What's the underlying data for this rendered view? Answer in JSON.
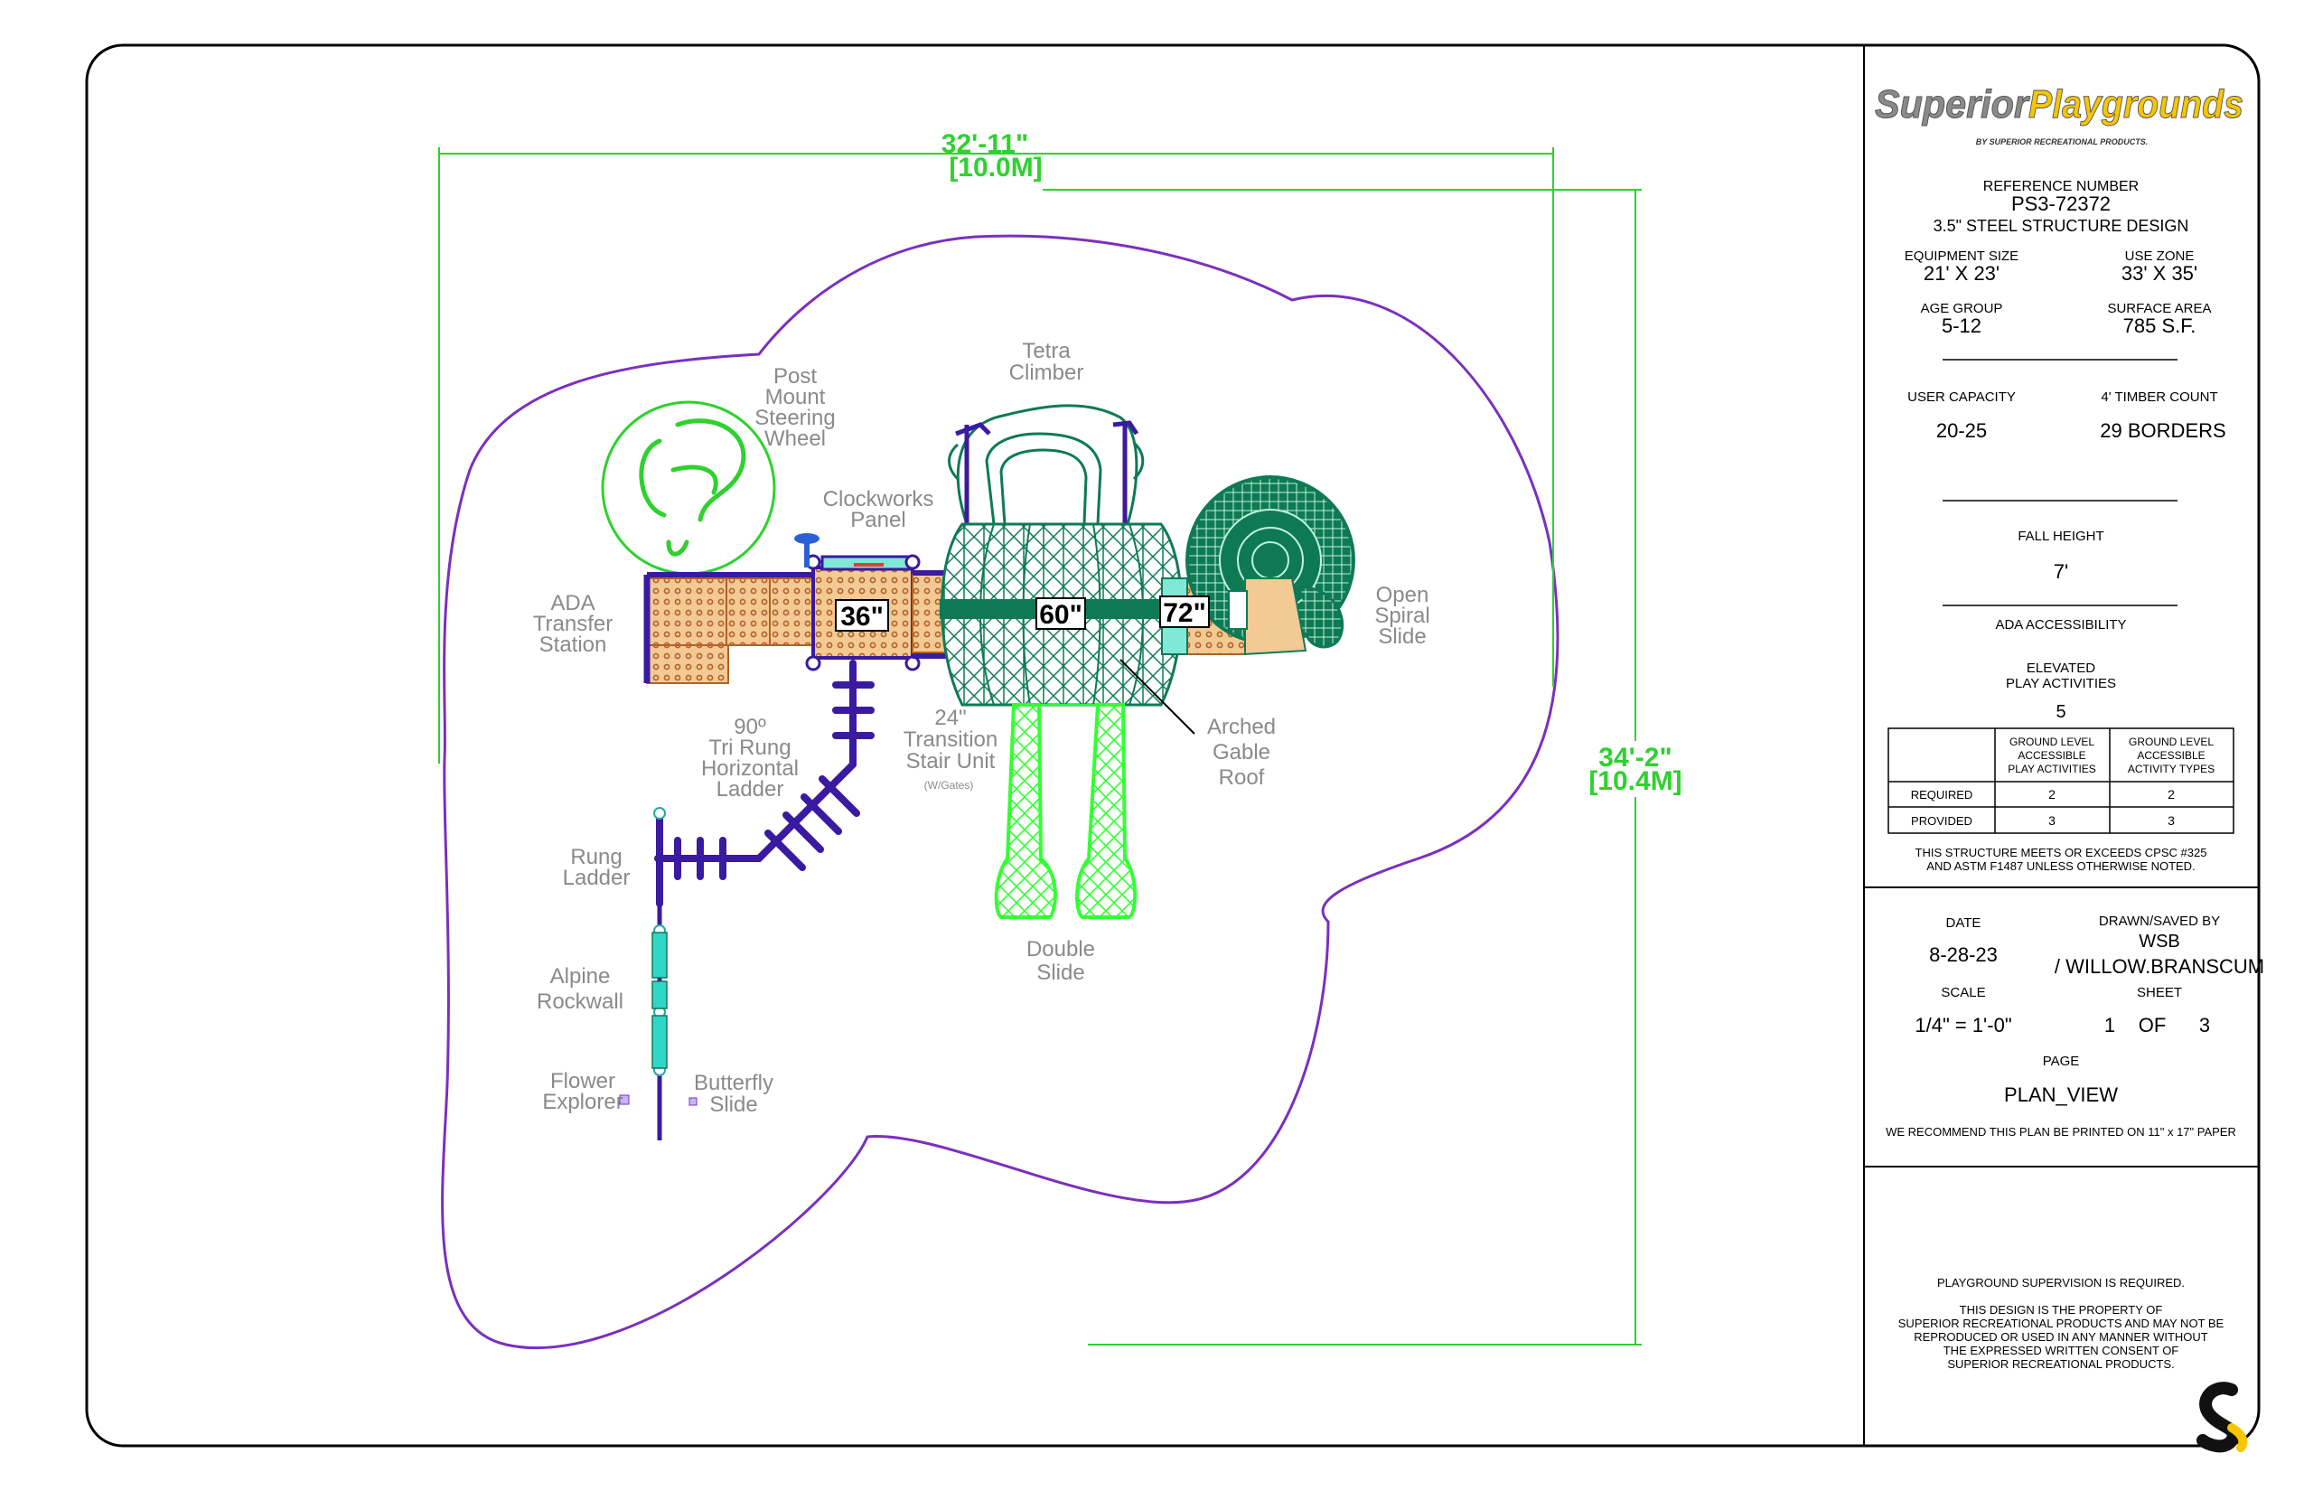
{
  "dimensions": {
    "width_ft": "32'-11\"",
    "width_m": "[10.0M]",
    "depth_ft": "34'-2\"",
    "depth_m": "[10.4M]"
  },
  "components": {
    "tetra_climber": [
      "Tetra",
      "Climber"
    ],
    "post_mount_steering_wheel": [
      "Post",
      "Mount",
      "Steering",
      "Wheel"
    ],
    "clockworks_panel": [
      "Clockworks",
      "Panel"
    ],
    "ada_transfer_station": [
      "ADA",
      "Transfer",
      "Station"
    ],
    "open_spiral_slide": [
      "Open",
      "Spiral",
      "Slide"
    ],
    "tri_rung_ladder": [
      "90º",
      "Tri Rung",
      "Horizontal",
      "Ladder"
    ],
    "transition_stair": [
      "24\"",
      "Transition",
      "Stair Unit"
    ],
    "transition_stair_note": "(W/Gates)",
    "arched_gable_roof": [
      "Arched",
      "Gable",
      "Roof"
    ],
    "rung_ladder": [
      "Rung",
      "Ladder"
    ],
    "alpine_rockwall": [
      "Alpine",
      "Rockwall"
    ],
    "double_slide": [
      "Double",
      "Slide"
    ],
    "flower_explorer": [
      "Flower",
      "Explorer"
    ],
    "butterfly_slide": [
      "Butterfly",
      "Slide"
    ]
  },
  "deck_heights": [
    "36\"",
    "60\"",
    "72\""
  ],
  "title_block": {
    "brand_a": "Superior",
    "brand_b": "Playgrounds",
    "brand_tagline": "BY SUPERIOR RECREATIONAL PRODUCTS.",
    "reference_number_label": "REFERENCE NUMBER",
    "reference_number": "PS3-72372",
    "structure_design": "3.5\" STEEL STRUCTURE DESIGN",
    "equipment_size_label": "EQUIPMENT SIZE",
    "equipment_size": "21' X 23'",
    "use_zone_label": "USE ZONE",
    "use_zone": "33' X 35'",
    "age_group_label": "AGE GROUP",
    "age_group": "5-12",
    "surface_area_label": "SURFACE AREA",
    "surface_area": "785 S.F.",
    "user_capacity_label": "USER CAPACITY",
    "user_capacity": "20-25",
    "timber_count_label": "4' TIMBER COUNT",
    "timber_count": "29 BORDERS",
    "fall_height_label": "FALL HEIGHT",
    "fall_height": "7'",
    "ada_label": "ADA ACCESSIBILITY",
    "elevated_label": [
      "ELEVATED",
      "PLAY ACTIVITIES"
    ],
    "elevated_value": "5",
    "ada_table": {
      "headers": [
        [
          "GROUND LEVEL",
          "ACCESSIBLE",
          "PLAY ACTIVITIES"
        ],
        [
          "GROUND LEVEL",
          "ACCESSIBLE",
          "ACTIVITY TYPES"
        ]
      ],
      "rows": [
        {
          "label": "REQUIRED",
          "values": [
            "2",
            "2"
          ]
        },
        {
          "label": "PROVIDED",
          "values": [
            "3",
            "3"
          ]
        }
      ]
    },
    "cpsc_note": [
      "THIS STRUCTURE MEETS OR EXCEEDS CPSC #325",
      "AND ASTM F1487 UNLESS OTHERWISE NOTED."
    ],
    "date_label": "DATE",
    "date": "8-28-23",
    "drawn_label": "DRAWN/SAVED BY",
    "drawn_by": "WSB",
    "saved_by": "/ WILLOW.BRANSCUM",
    "scale_label": "SCALE",
    "scale": "1/4\" = 1'-0\"",
    "sheet_label": "SHEET",
    "sheet_num": "1",
    "sheet_of": "OF",
    "sheet_total": "3",
    "page_label": "PAGE",
    "page": "PLAN_VIEW",
    "print_note": "WE RECOMMEND THIS PLAN BE PRINTED ON 11\" x 17\" PAPER",
    "supervision": "PLAYGROUND SUPERVISION IS REQUIRED.",
    "property_note": [
      "THIS DESIGN IS THE PROPERTY OF",
      "SUPERIOR RECREATIONAL PRODUCTS AND MAY NOT BE",
      "REPRODUCED OR USED IN ANY MANNER WITHOUT",
      "THE EXPRESSED WRITTEN CONSENT OF",
      "SUPERIOR RECREATIONAL PRODUCTS."
    ]
  },
  "colors": {
    "use_zone": "#7b2fbf",
    "dimension": "#2ed12e",
    "structure": "#3a1aa0",
    "roof": "#0e7a55",
    "slide": "#33ff33",
    "deck": "#c87a3a",
    "brand_gray": "#8a8a8a",
    "brand_yellow": "#f7c600"
  }
}
